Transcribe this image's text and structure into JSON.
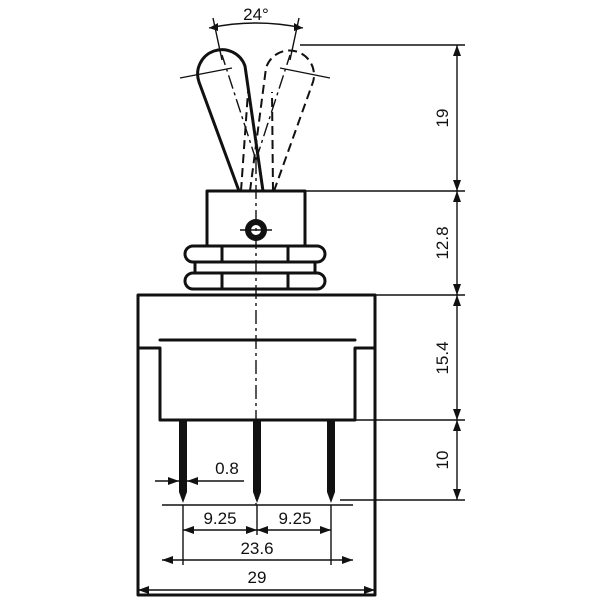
{
  "diagram": {
    "angle_label": "24°",
    "dimensions": {
      "lever_height": "19",
      "bushing_height": "12.8",
      "body_upper_height": "15.4",
      "terminal_length": "10",
      "pin_diameter": "0.8",
      "pin_pitch_left": "9.25",
      "pin_pitch_right": "9.25",
      "inner_width": "23.6",
      "body_width": "29"
    }
  }
}
